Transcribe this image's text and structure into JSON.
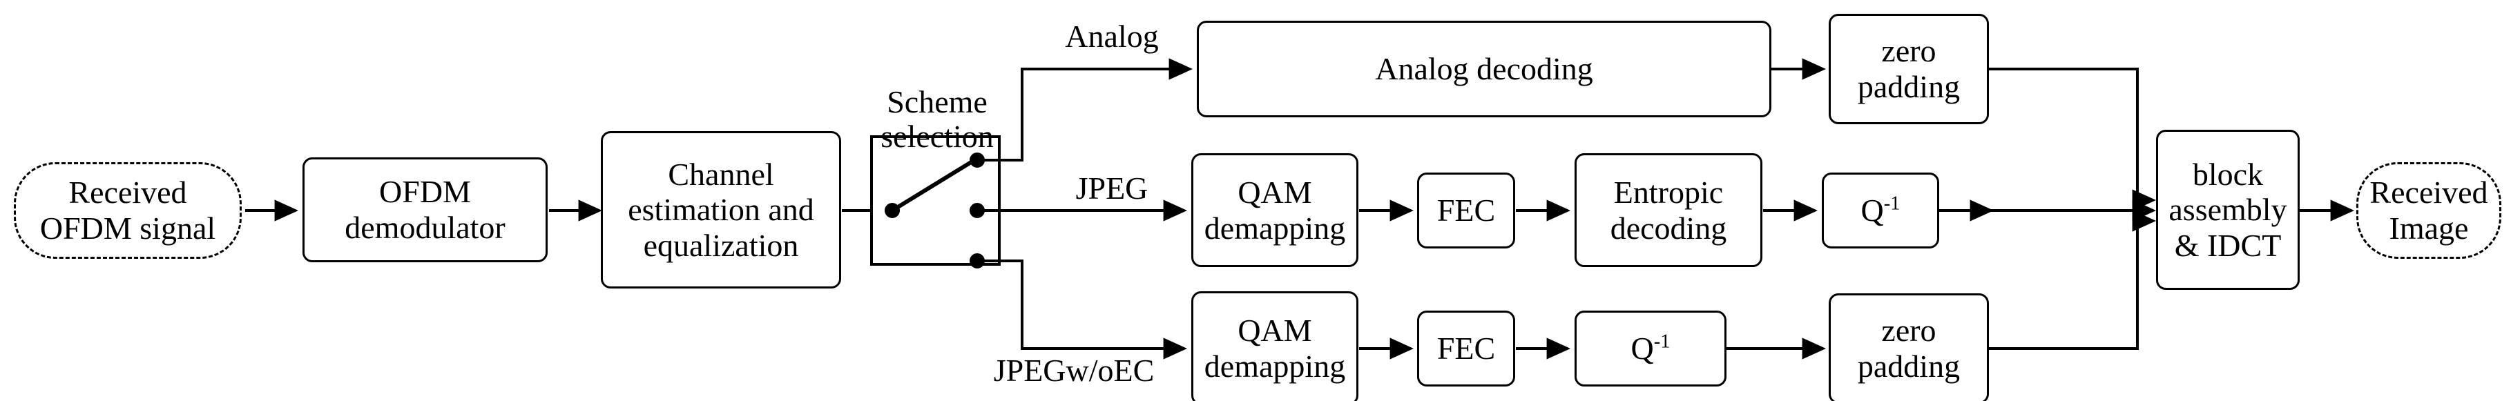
{
  "diagram": {
    "title": "OFDM receiver image-decoding block diagram",
    "stroke_color": "#000000",
    "background_color": "#ffffff",
    "nodes": {
      "received_signal": "Received\nOFDM signal",
      "ofdm_demodulator": "OFDM\ndemodulator",
      "channel_estimation": "Channel\nestimation and\nequalization",
      "analog_decoding": "Analog decoding",
      "zero_padding_top": "zero\npadding",
      "qam_demapping_mid": "QAM\ndemapping",
      "fec_mid": "FEC",
      "entropic_decoding": "Entropic\ndecoding",
      "q_inv_mid": "Q",
      "q_inv_mid_sup": "-1",
      "qam_demapping_bottom": "QAM\ndemapping",
      "fec_bottom": "FEC",
      "q_inv_bottom": "Q",
      "q_inv_bottom_sup": "-1",
      "zero_padding_bottom": "zero\npadding",
      "block_assembly": "block\nassembly\n& IDCT",
      "received_image": "Received\nImage"
    },
    "labels": {
      "scheme_selection": "Scheme\nselection",
      "branch_analog": "Analog",
      "branch_jpeg": "JPEG",
      "branch_jpegwoec": "JPEGw/oEC"
    }
  }
}
